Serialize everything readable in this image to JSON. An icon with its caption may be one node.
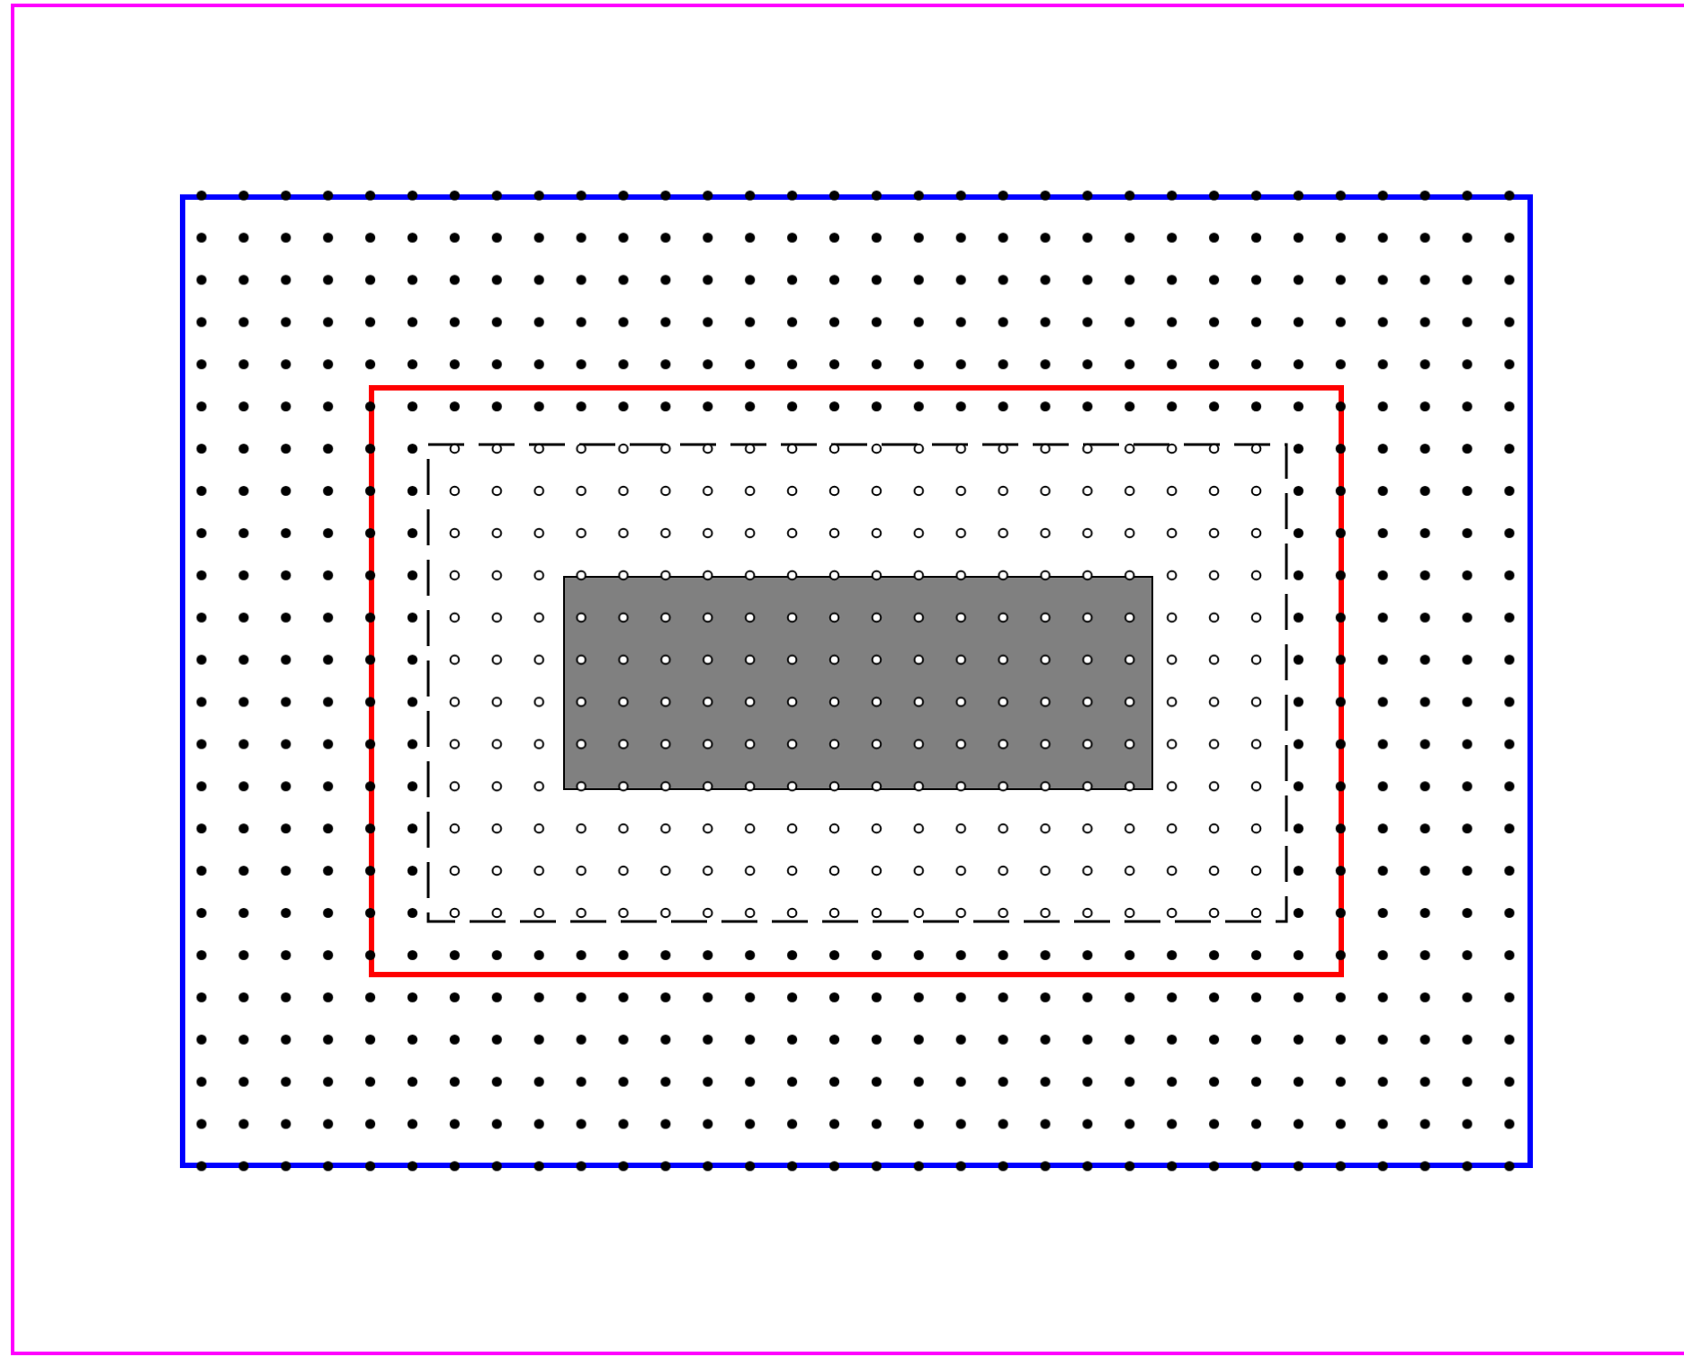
{
  "diagram": {
    "nodes": [
      {
        "text": [],
        "shape": "box"
      },
      {
        "text": [],
        "shape": "box",
        "in": 0
      },
      {
        "text": [],
        "shape": "box",
        "in": 1
      },
      {
        "text": [],
        "shape": "box",
        "in": 2
      },
      {
        "text": [],
        "shape": "box",
        "in": 3
      }
    ]
  }
}
